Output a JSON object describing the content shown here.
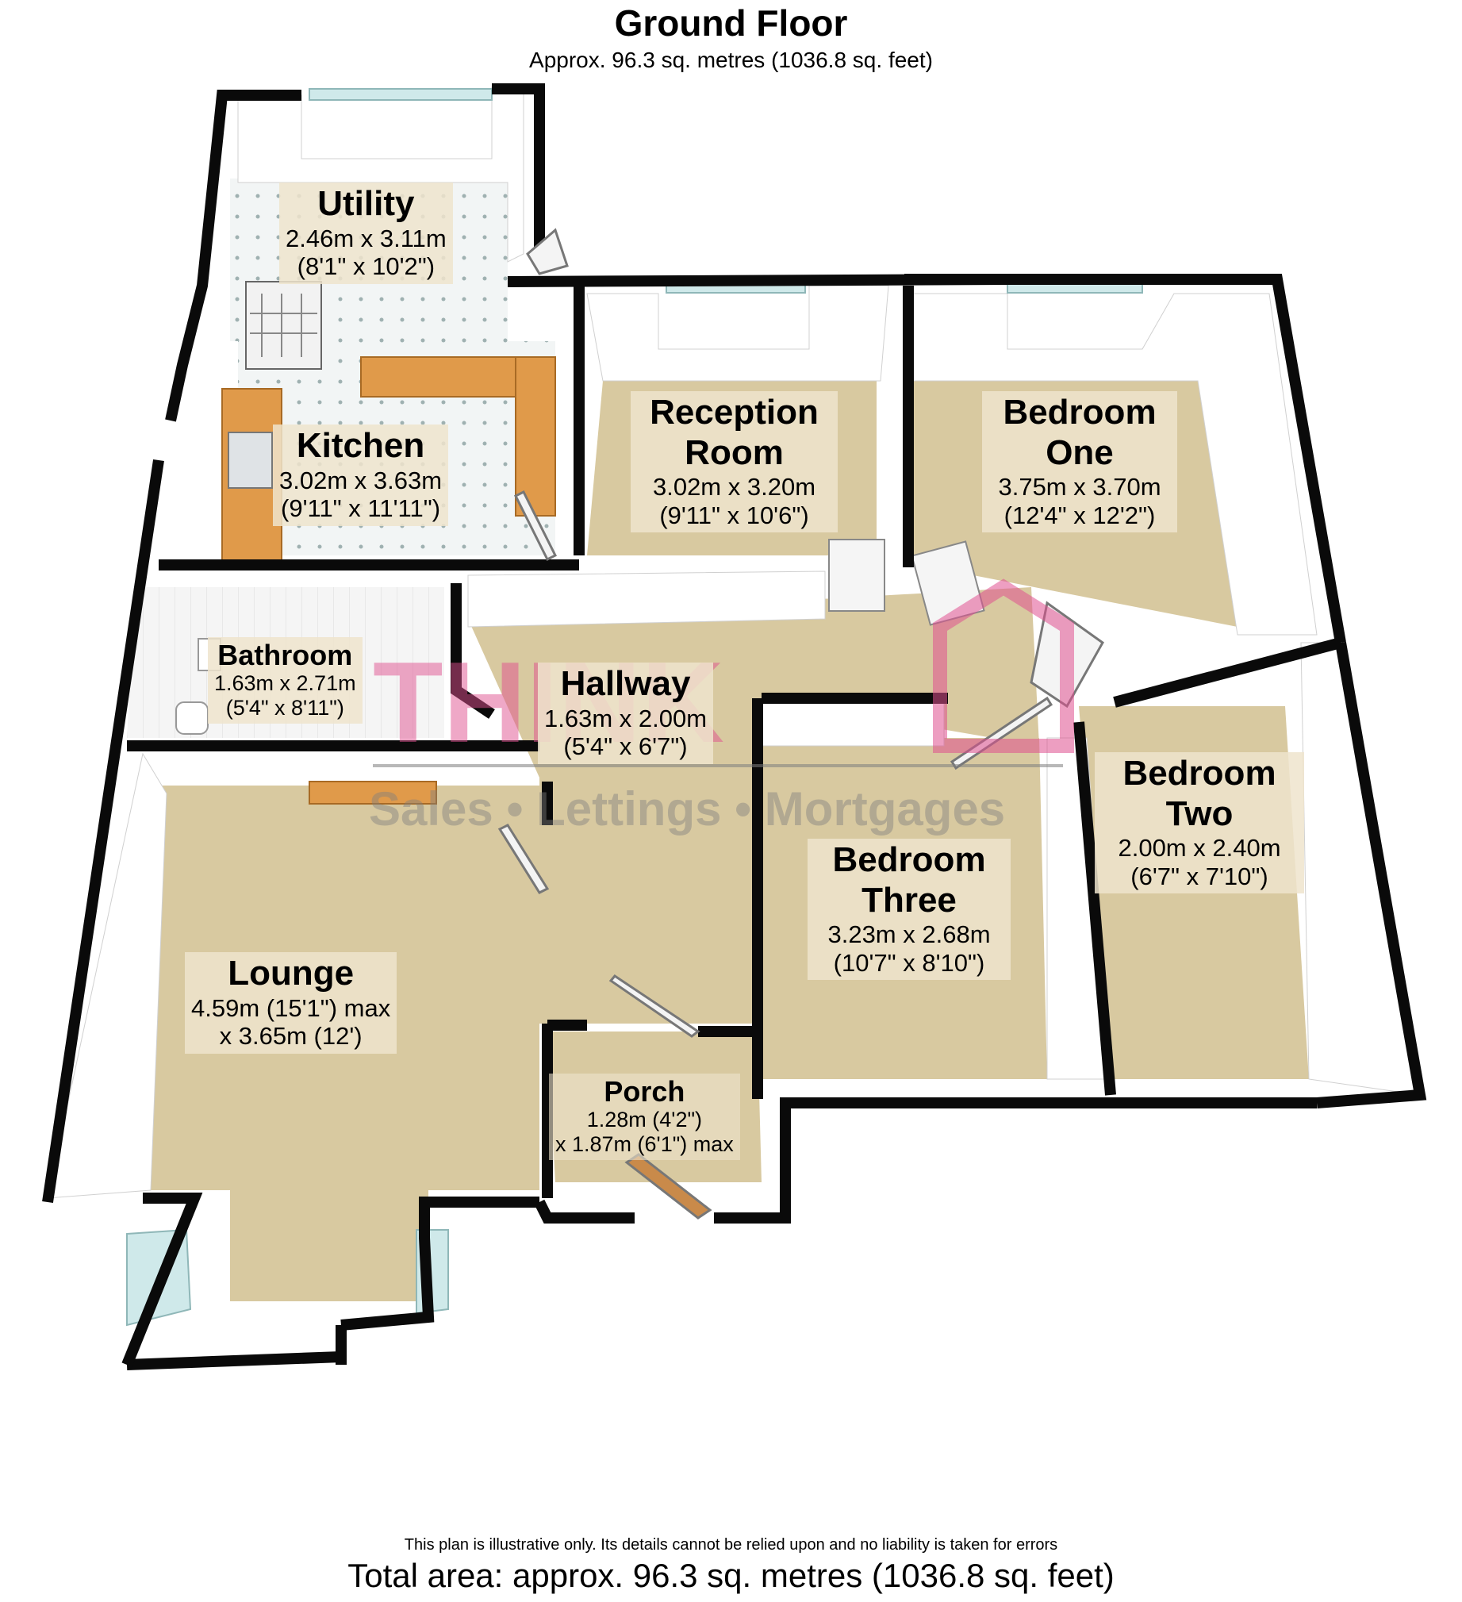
{
  "header": {
    "title": "Ground Floor",
    "subtitle": "Approx. 96.3 sq. metres (1036.8 sq. feet)"
  },
  "watermark": {
    "brand": "THINK",
    "tagline": "Sales • Lettings • Mortgages",
    "color": "#e0508f"
  },
  "rooms": [
    {
      "name": "Utility",
      "dims": [
        "2.46m x 3.11m",
        "(8'1\" x 10'2\")"
      ]
    },
    {
      "name": "Kitchen",
      "dims": [
        "3.02m x 3.63m",
        "(9'11\" x 11'11\")"
      ]
    },
    {
      "name": "Reception Room",
      "dims": [
        "3.02m x 3.20m",
        "(9'11\" x 10'6\")"
      ]
    },
    {
      "name": "Bedroom One",
      "dims": [
        "3.75m x 3.70m",
        "(12'4\" x 12'2\")"
      ]
    },
    {
      "name": "Bathroom",
      "dims": [
        "1.63m x 2.71m",
        "(5'4\" x 8'11\")"
      ]
    },
    {
      "name": "Hallway",
      "dims": [
        "1.63m x 2.00m",
        "(5'4\" x 6'7\")"
      ]
    },
    {
      "name": "Bedroom Two",
      "dims": [
        "2.00m x 2.40m",
        "(6'7\" x 7'10\")"
      ]
    },
    {
      "name": "Bedroom Three",
      "dims": [
        "3.23m x 2.68m",
        "(10'7\" x 8'10\")"
      ]
    },
    {
      "name": "Lounge",
      "dims": [
        "4.59m (15'1\") max",
        "x 3.65m (12')"
      ]
    },
    {
      "name": "Porch",
      "dims": [
        "1.28m (4'2\")",
        "x 1.87m (6'1\") max"
      ]
    }
  ],
  "footer": {
    "disclaimer": "This plan is illustrative only. Its details cannot be relied upon and no liability is taken for errors",
    "total": "Total area: approx. 96.3 sq. metres (1036.8 sq. feet)"
  },
  "colors": {
    "wall": "#0a0a0a",
    "carpet": "#d8c9a0",
    "tile": "#f0f3f3",
    "worktop": "#e09a4a",
    "glass": "#cfe9ea"
  }
}
